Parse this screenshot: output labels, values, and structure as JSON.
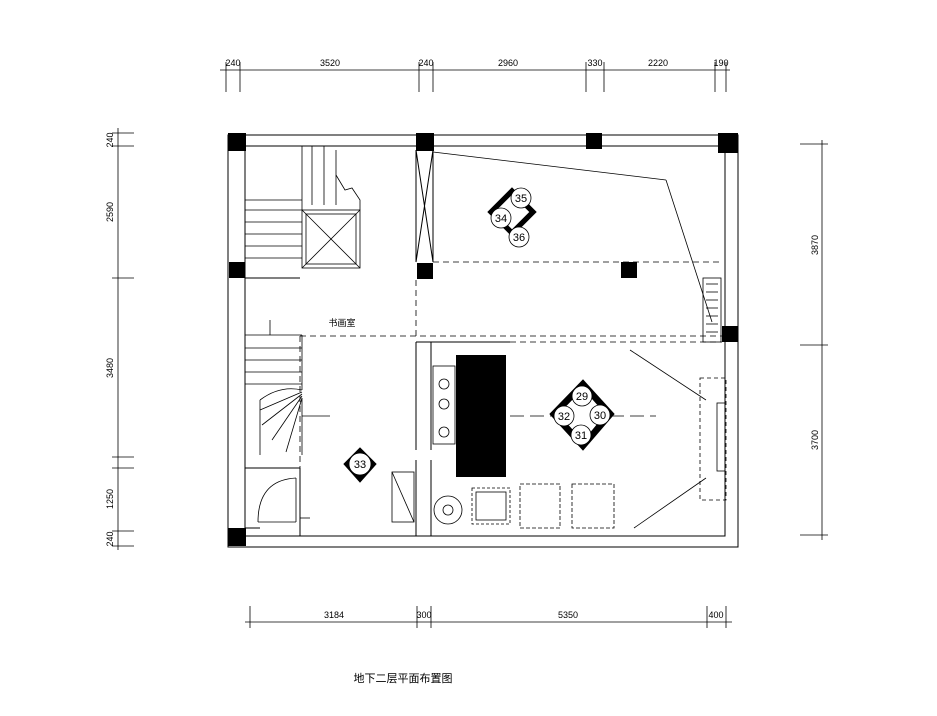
{
  "drawing": {
    "title": "地下二层平面布置图",
    "room_label": "书画室"
  },
  "dimensions": {
    "top": [
      "240",
      "3520",
      "240",
      "2960",
      "330",
      "2220",
      "190"
    ],
    "bottom": [
      "3184",
      "300",
      "5350",
      "400"
    ],
    "left": [
      "240",
      "2590",
      "3480",
      "1250",
      "240"
    ],
    "right": [
      "3870",
      "3700"
    ]
  },
  "furniture_tags": [
    "35",
    "34",
    "36",
    "29",
    "32",
    "30",
    "31",
    "33"
  ]
}
